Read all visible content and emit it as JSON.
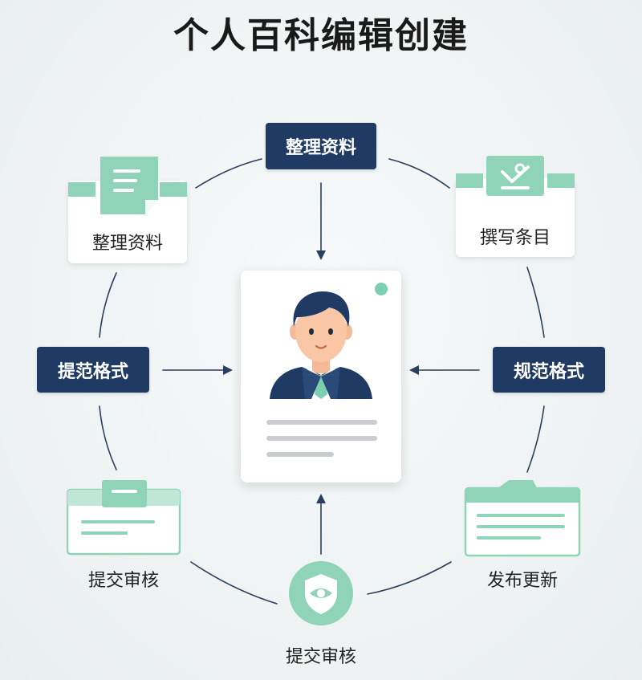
{
  "title": "个人百科编辑创建",
  "center_card": {
    "avatar_icon": "businessman-avatar-icon",
    "accent_color": "#7ccfb0"
  },
  "top_step": {
    "label": "整理资料"
  },
  "left_step": {
    "label": "提范格式"
  },
  "right_step": {
    "label": "规范格式"
  },
  "top_left_card": {
    "label": "整理资料",
    "icon": "document-icon"
  },
  "top_right_card": {
    "label": "撰写条目",
    "icon": "edit-checkmark-icon"
  },
  "bottom_left_card": {
    "label": "提交审核",
    "icon": "form-icon"
  },
  "bottom_right_card": {
    "label": "发布更新",
    "icon": "folder-document-icon"
  },
  "bottom_step": {
    "label": "提交审核",
    "icon": "eye-shield-icon"
  },
  "colors": {
    "navy": "#1f3a63",
    "mint": "#8fd3b8",
    "mint_light": "#bfe6d6",
    "line": "#2a3f5f"
  }
}
